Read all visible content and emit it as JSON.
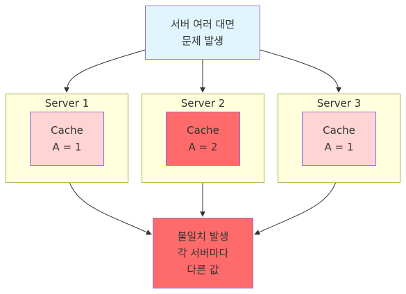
{
  "top_node": {
    "label": "서버 여러 대면\n문제 발생"
  },
  "servers": [
    {
      "title": "Server 1",
      "cache_label": "Cache\nA = 1"
    },
    {
      "title": "Server 2",
      "cache_label": "Cache\nA = 2"
    },
    {
      "title": "Server 3",
      "cache_label": "Cache\nA = 1"
    }
  ],
  "bottom_node": {
    "label": "불일치 발생\n각 서버마다\n다른 값"
  },
  "colors": {
    "top_fill": "#e1f5fe",
    "cluster_fill": "#ffffde",
    "cluster_border": "#aaaa33",
    "cache_normal_fill": "#ffd4d4",
    "cache_alert_fill": "#ff6b6b",
    "node_border": "#9370db",
    "edge": "#333333"
  }
}
